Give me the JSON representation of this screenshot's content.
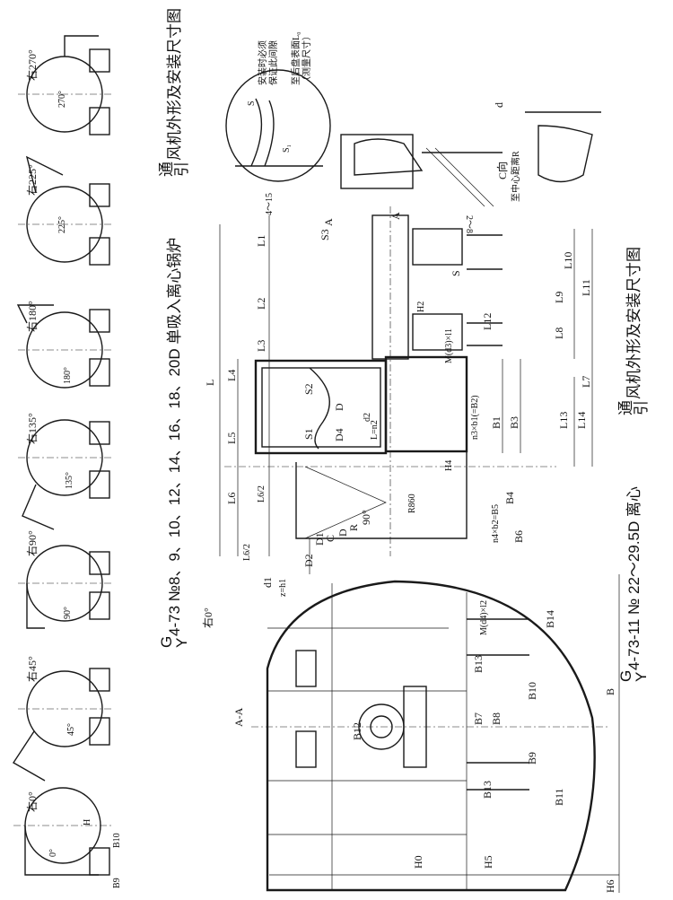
{
  "title_top": {
    "prefix_top": "G",
    "prefix_bottom": "Y",
    "text": "4-73 №8、9、10、12、14、16、18、20D 单吸入离心锅炉",
    "suffix_top": "通",
    "suffix_bottom": "引",
    "tail": "风机外形及安装尺寸图"
  },
  "title_bottom": {
    "prefix_top": "G",
    "prefix_bottom": "Y",
    "text": "4-73-11 № 22～29.5D 离心",
    "suffix_top": "通",
    "suffix_bottom": "引",
    "tail": "风机外形及安装尺寸图"
  },
  "orientations": [
    {
      "label": "右0°",
      "angle": "0°"
    },
    {
      "label": "右45°",
      "angle": "45°"
    },
    {
      "label": "右90°",
      "angle": "90°"
    },
    {
      "label": "右135°",
      "angle": "135°"
    },
    {
      "label": "右180°",
      "angle": "180°"
    },
    {
      "label": "右225°",
      "angle": "225°"
    },
    {
      "label": "右270°",
      "angle": "270°"
    }
  ],
  "orientation_dims": {
    "h": "H",
    "b10": "B10",
    "b9": "B9"
  },
  "main_view": {
    "orientation": "右0°",
    "section": "A-A"
  },
  "notes": {
    "gap_line1": "安装时必须",
    "gap_line2": "保证此间隙",
    "l0_line1": "至后盘表面L₀",
    "l0_line2": "（测量尺寸）",
    "s": "S",
    "s1": "S₁",
    "range_4_15": "4～15",
    "range_2_8": "2～8",
    "c_view": "C向",
    "radius_note": "至中心距离R",
    "d": "d"
  },
  "dims": {
    "L": "L",
    "L1": "L1",
    "L2": "L2",
    "L3": "L3",
    "L4": "L4",
    "L5": "L5",
    "L6": "L6",
    "L6_2a": "L6/2",
    "L6_2b": "L6/2",
    "L7": "L7",
    "L8": "L8",
    "L9": "L9",
    "L10": "L10",
    "L11": "L11",
    "L12": "L12",
    "L13": "L13",
    "L14": "L14",
    "S": "S",
    "S1": "S1",
    "S2": "S2",
    "S3": "S3",
    "A1": "A",
    "A2": "A",
    "D": "D",
    "D_2": "D",
    "D1": "D1",
    "D2": "D2",
    "D4": "D4",
    "C": "C",
    "R": "R",
    "R860": "R860",
    "deg90": "90°",
    "d1": "d1",
    "d2": "d2",
    "z_h1": "z=h1",
    "L_n2": "L=n2",
    "M_d3": "M(d3)×l1",
    "n3b1": "n3×b1(=B2)",
    "B1": "B1",
    "B3": "B3",
    "H4": "H4",
    "B4": "B4",
    "n4b2": "n4×b2=B5",
    "B6": "B6",
    "H2": "H2",
    "M_d4": "M(d4)×l2",
    "B14": "B14",
    "B13a": "B13",
    "B13b": "B13",
    "B10": "B10",
    "B7": "B7",
    "B8": "B8",
    "B12": "B12",
    "B9": "B9",
    "B11": "B11",
    "B": "B",
    "H0": "H0",
    "H5": "H5",
    "H6": "H6"
  }
}
